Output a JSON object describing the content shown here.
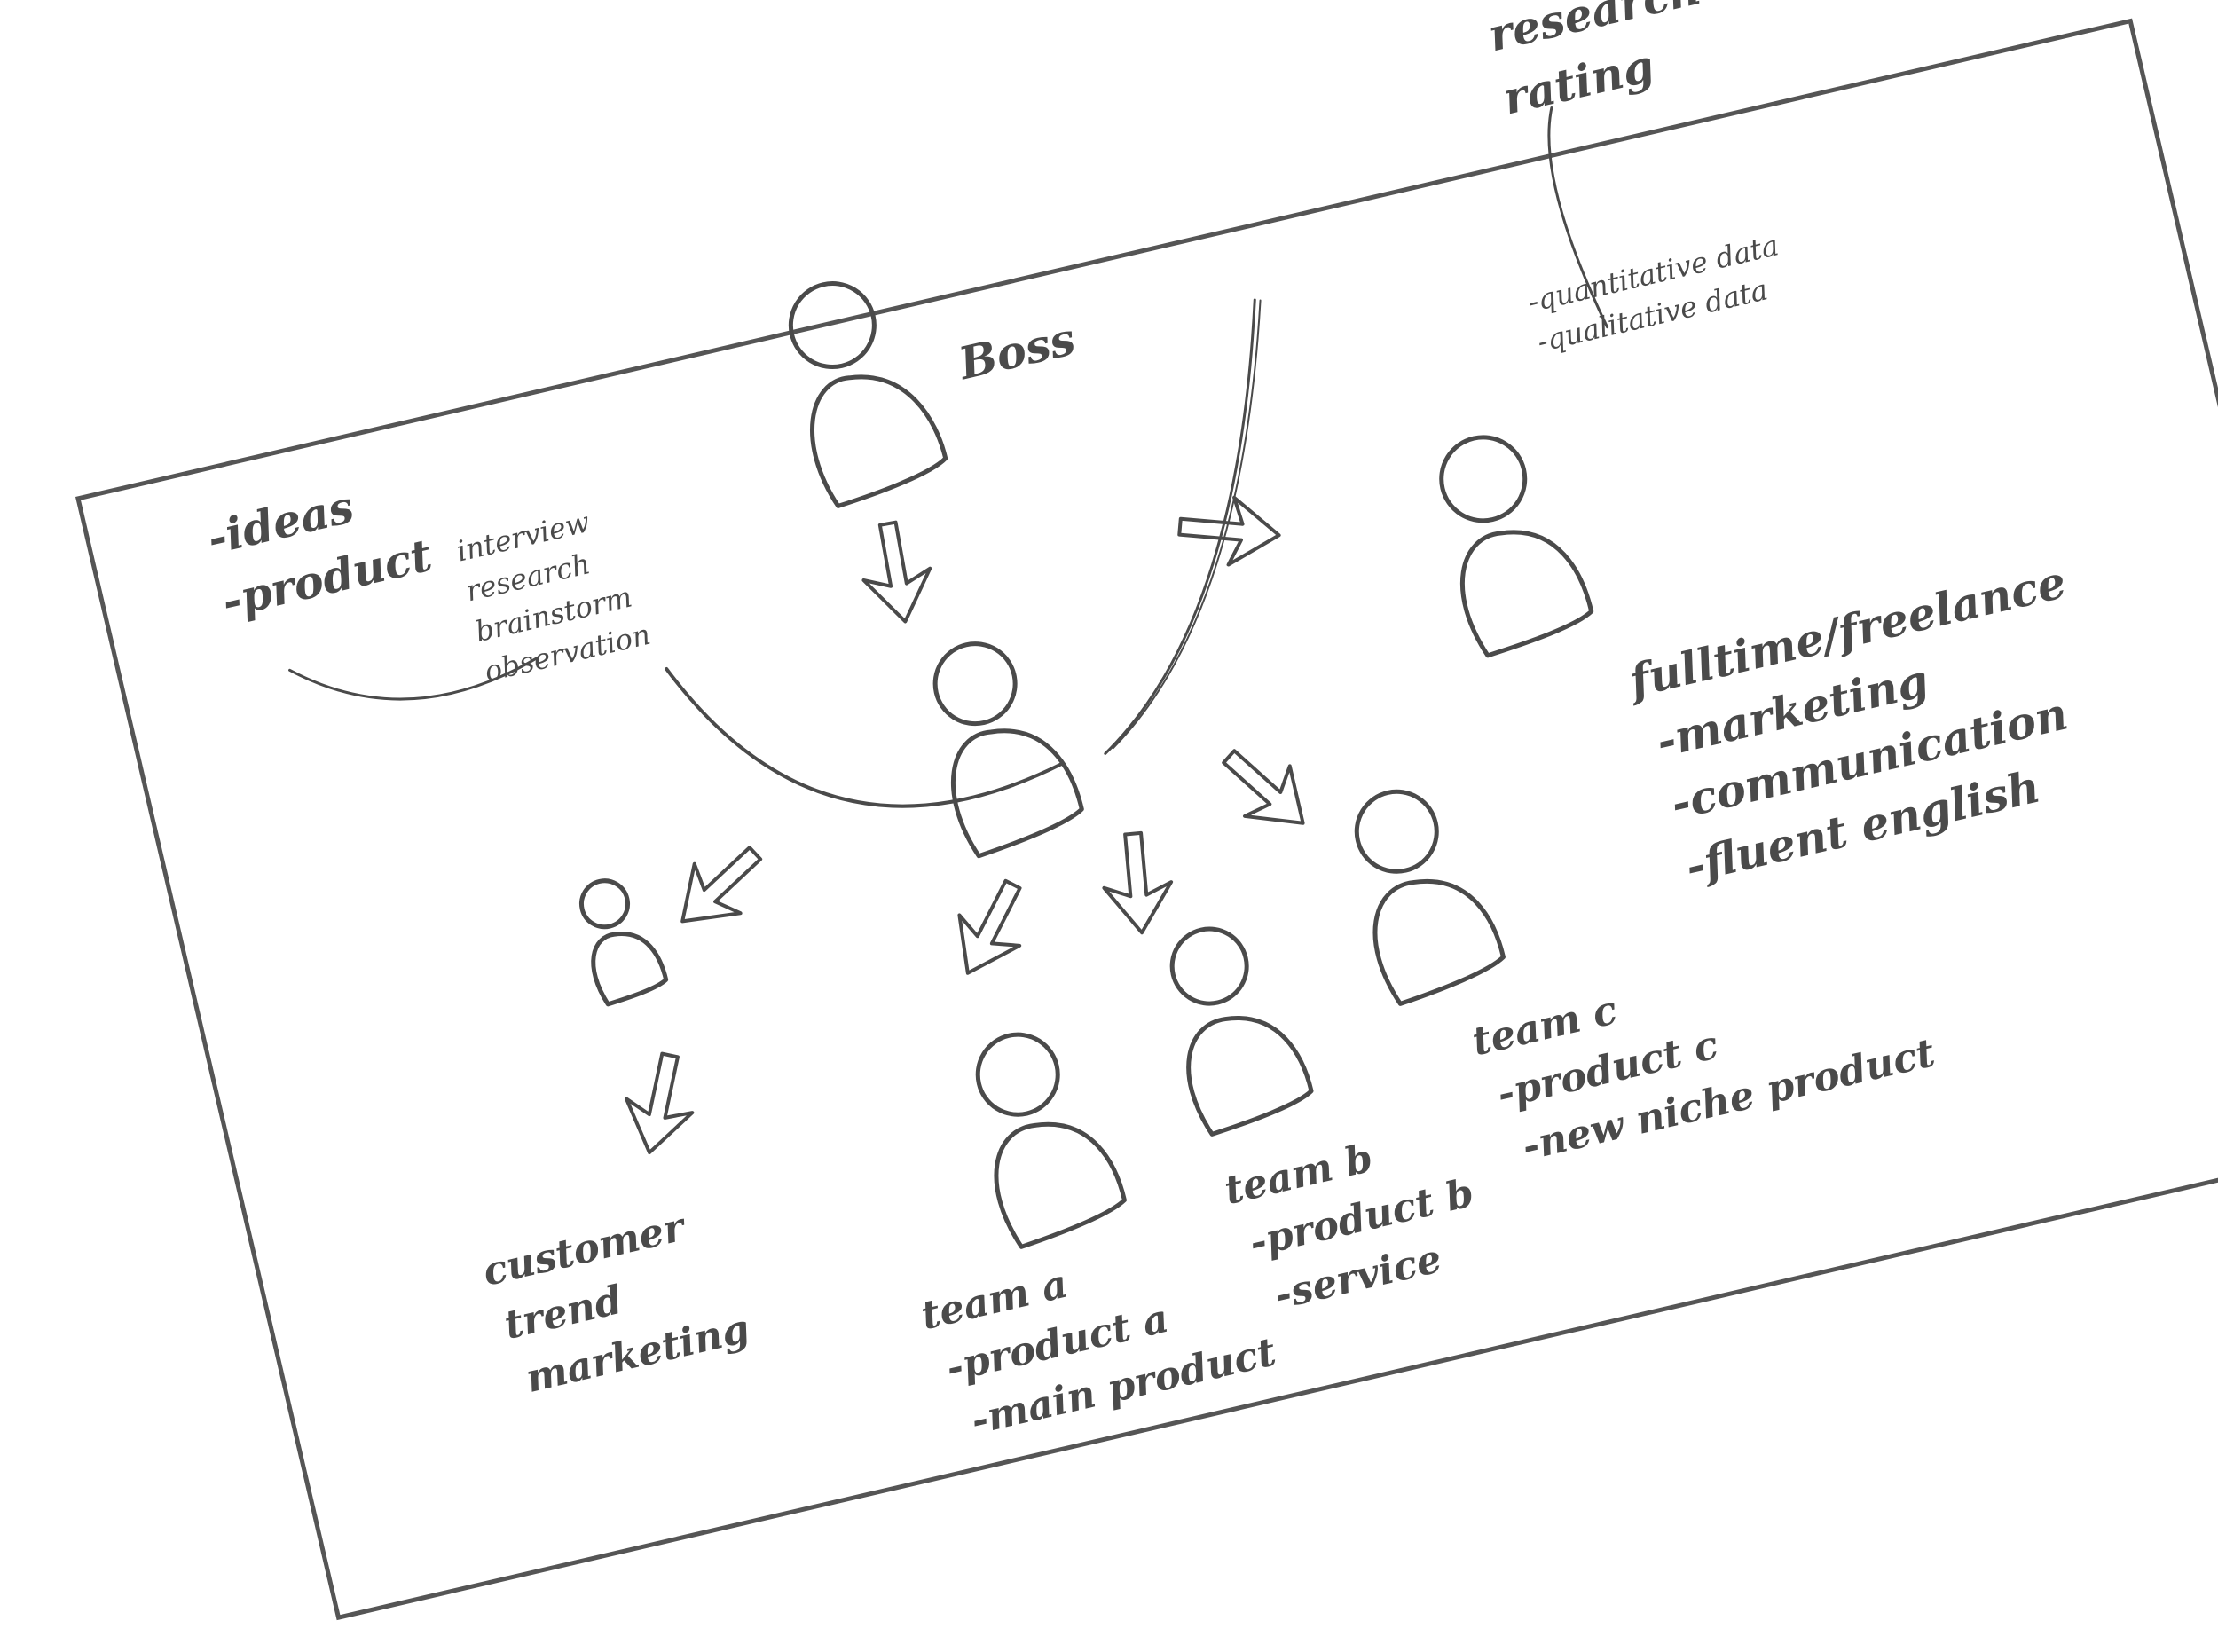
{
  "colors": {
    "ink": "#4a4a4a",
    "frame": "#555555",
    "paper": "#ffffff"
  },
  "icons": [
    "person-icon",
    "arrow-down-icon"
  ],
  "labels": {
    "boss": "Boss",
    "ideas": [
      "-ideas",
      "-product"
    ],
    "methods": [
      "interview",
      "research",
      "brainstorm",
      "observation"
    ],
    "research": [
      "research",
      "rating"
    ],
    "data_types": [
      "-quantitative data",
      "-qualitative data"
    ],
    "freelance": [
      "fulltime/freelance",
      "-marketing",
      "-communication",
      "-fluent english"
    ],
    "customer": [
      "customer",
      "trend",
      "marketing"
    ],
    "team_a": [
      "team a",
      "-product a",
      "-main product"
    ],
    "team_b": [
      "team b",
      "-product b",
      "-service"
    ],
    "team_c": [
      "team c",
      "-product c",
      "-new niche product"
    ]
  }
}
